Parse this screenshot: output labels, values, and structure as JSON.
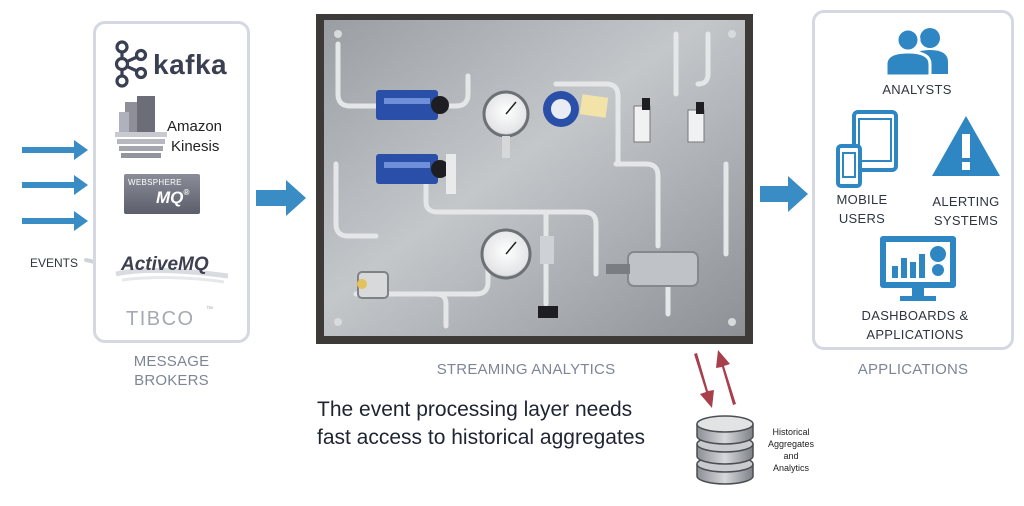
{
  "events": {
    "label": "EVENTS"
  },
  "brokers": {
    "caption_line1": "MESSAGE",
    "caption_line2": "BROKERS",
    "logos": [
      {
        "name": "kafka",
        "text": "kafka",
        "icon": "kafka-logo"
      },
      {
        "name": "amazon-kinesis",
        "line1": "Amazon",
        "line2": "Kinesis",
        "icon": "kinesis-logo"
      },
      {
        "name": "websphere-mq",
        "line1": "WebSphere",
        "line2": "MQ",
        "mark": "®",
        "icon": "websphere-logo"
      },
      {
        "name": "activemq",
        "text": "ActiveMQ",
        "icon": "activemq-logo"
      },
      {
        "name": "tibco",
        "text": "TIBCO",
        "tm": "™",
        "icon": "tibco-logo"
      }
    ]
  },
  "streaming": {
    "caption": "STREAMING ANALYTICS",
    "image": "gas-panel-photo"
  },
  "applications": {
    "caption": "APPLICATIONS",
    "analysts": "ANALYSTS",
    "mobile_line1": "MOBILE",
    "mobile_line2": "USERS",
    "alerting_line1": "ALERTING",
    "alerting_line2": "SYSTEMS",
    "dashboards_line1": "DASHBOARDS &",
    "dashboards_line2": "APPLICATIONS"
  },
  "statement": {
    "line1": "The event processing layer needs",
    "line2": "fast access to historical aggregates"
  },
  "historical": {
    "line1": "Historical",
    "line2": "Aggregates",
    "line3": "and",
    "line4": "Analytics",
    "icon": "database-icon"
  },
  "colors": {
    "arrow_blue": "#3a8cc4",
    "icon_blue": "#2e87c3",
    "panel_border": "#d5d8e0",
    "caption_gray": "#7e8596",
    "sync_red": "#a8404c"
  }
}
